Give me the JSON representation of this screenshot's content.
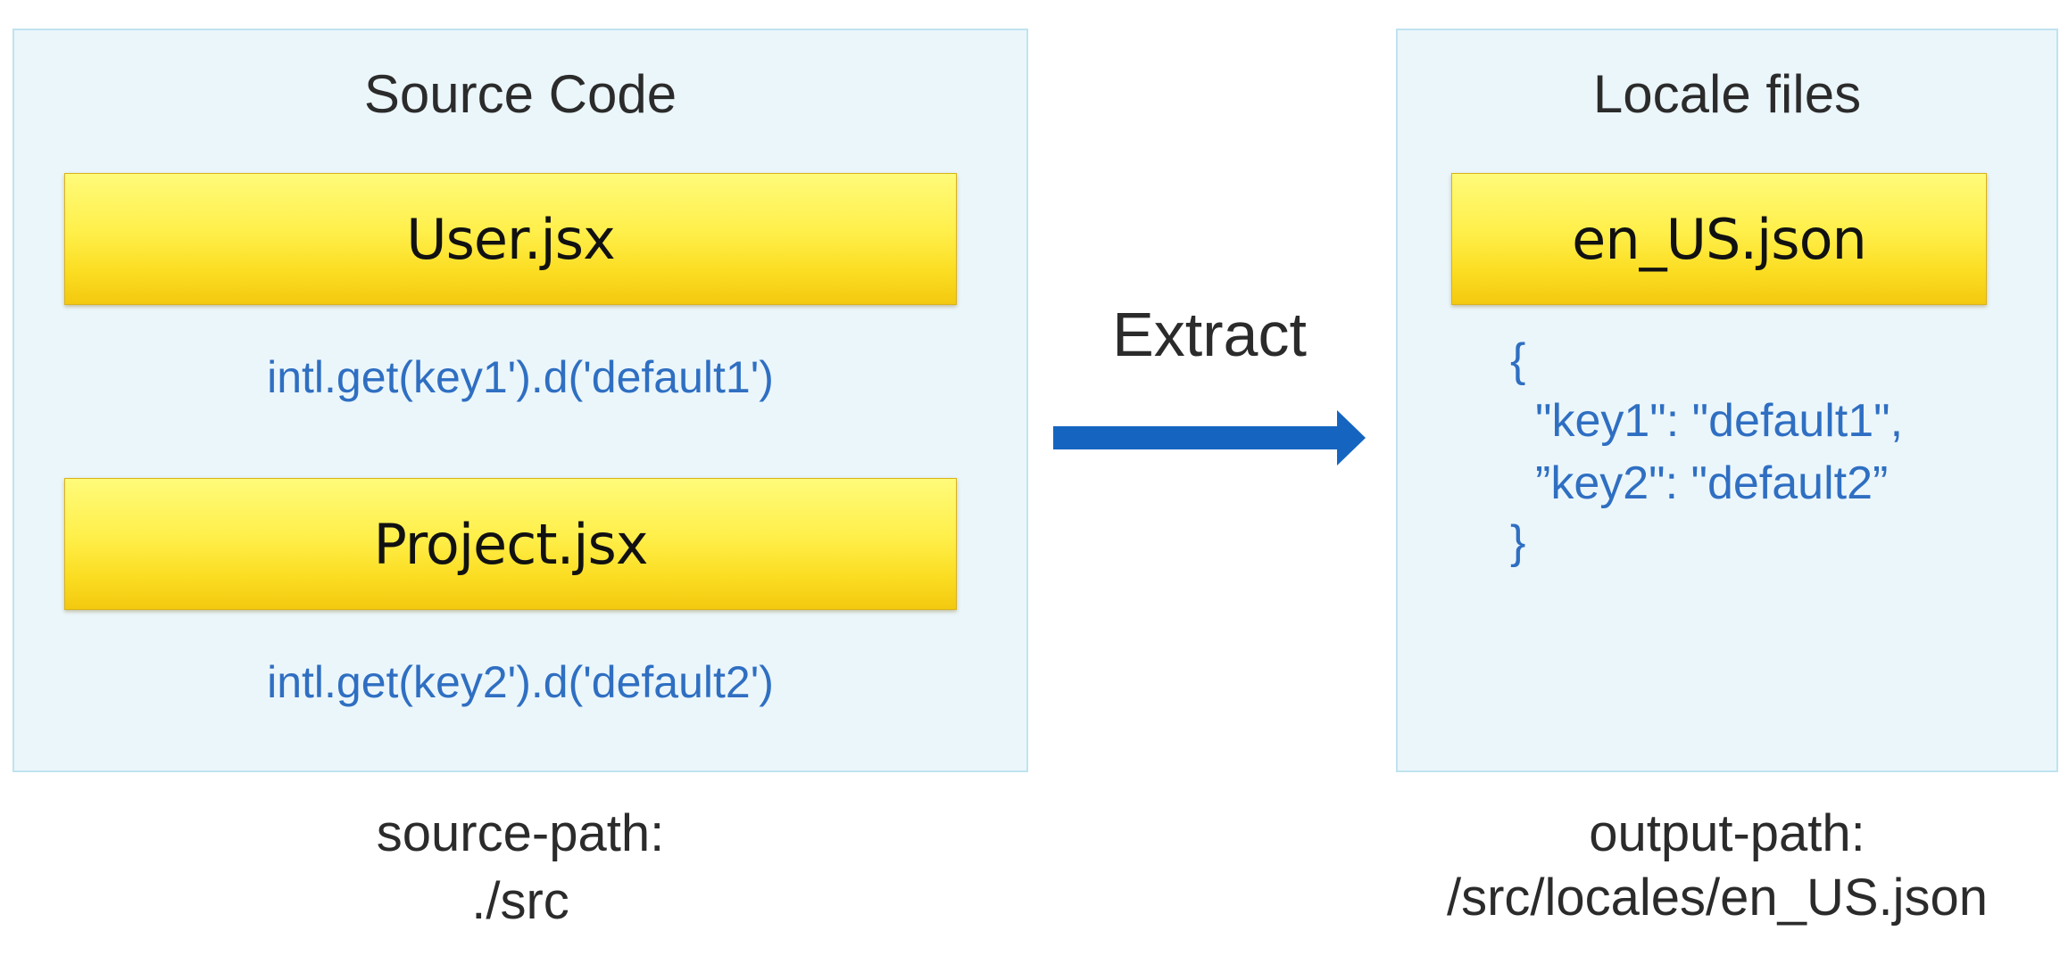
{
  "source_panel": {
    "title": "Source Code",
    "files": [
      {
        "name": "User.jsx",
        "code": "intl.get(key1').d('default1')"
      },
      {
        "name": "Project.jsx",
        "code": "intl.get(key2').d('default2')"
      }
    ]
  },
  "action": {
    "label": "Extract",
    "arrow_color": "#1565c0"
  },
  "locale_panel": {
    "title": "Locale files",
    "file": {
      "name": "en_US.json"
    },
    "json_lines": [
      "{",
      "\"key1\": \"default1\",",
      "”key2\": \"default2”",
      "}"
    ]
  },
  "captions": {
    "source_label": "source-path:",
    "source_value": "./src",
    "output_label": "output-path:",
    "output_value": "/src/locales/en_US.json"
  },
  "colors": {
    "panel_bg": "#ebf6fb",
    "panel_border": "#bfe3ef",
    "code_text": "#2f6fc2",
    "file_box": "#ffe93a"
  }
}
